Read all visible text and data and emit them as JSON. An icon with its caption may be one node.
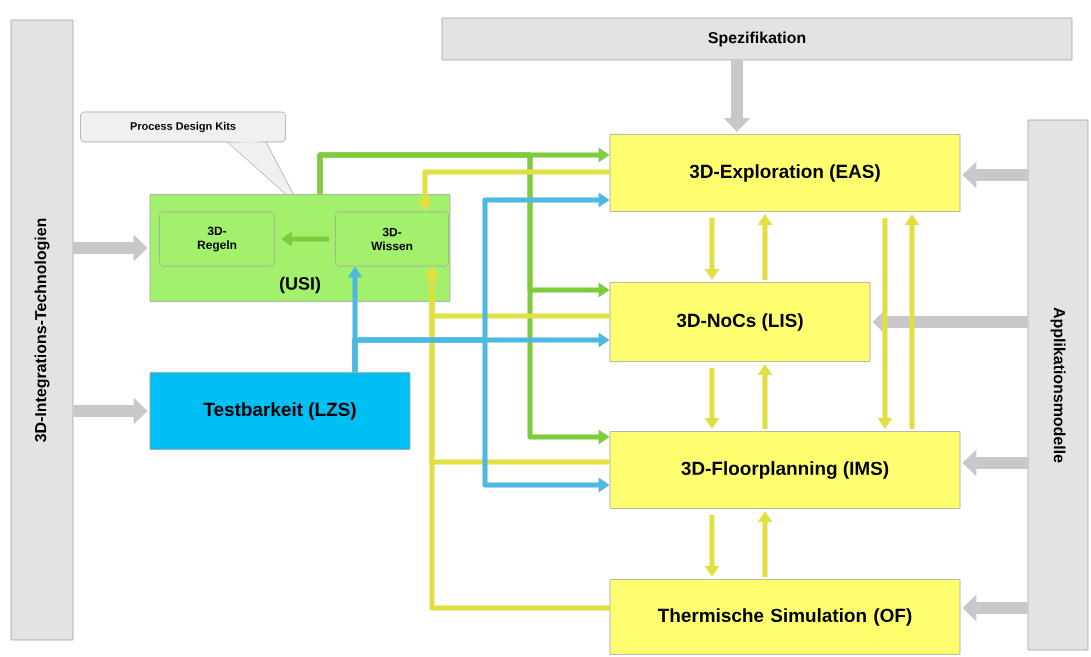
{
  "diagram": {
    "nodes": [
      {
        "text": [
          "Spezifikation"
        ]
      },
      {
        "text": [
          "3D-Integrations-Technologien"
        ]
      },
      {
        "text": [
          "Applikationsmodelle"
        ]
      },
      {
        "text": [
          "Process Design Kits"
        ]
      },
      {
        "text": [
          "(USI)"
        ]
      },
      {
        "text": [
          "3D-Regeln"
        ],
        "in": 4
      },
      {
        "text": [
          "3D-Wissen"
        ],
        "in": 4
      },
      {
        "text": [
          "Testbarkeit (LZS)"
        ]
      },
      {
        "text": [
          "3D-Exploration (EAS)"
        ]
      },
      {
        "text": [
          "3D-NoCs (LIS)"
        ]
      },
      {
        "text": [
          "3D-Floorplanning (IMS)"
        ]
      },
      {
        "text": [
          "Thermische Simulation (OF)"
        ]
      }
    ],
    "edges": [
      {
        "from": 0,
        "to": 8,
        "arrow": "to",
        "style": "thick",
        "color": "#c8c8c8"
      },
      {
        "from": 1,
        "to": 4,
        "arrow": "to",
        "style": "thick",
        "color": "#c8c8c8"
      },
      {
        "from": 1,
        "to": 7,
        "arrow": "to",
        "style": "thick",
        "color": "#c8c8c8"
      },
      {
        "from": 2,
        "to": 8,
        "arrow": "to",
        "style": "thick",
        "color": "#c8c8c8"
      },
      {
        "from": 2,
        "to": 9,
        "arrow": "to",
        "style": "thick",
        "color": "#c8c8c8"
      },
      {
        "from": 2,
        "to": 10,
        "arrow": "to",
        "style": "thick",
        "color": "#c8c8c8"
      },
      {
        "from": 2,
        "to": 11,
        "arrow": "to",
        "style": "thick",
        "color": "#c8c8c8"
      },
      {
        "from": 6,
        "to": 5,
        "arrow": "to",
        "color": "#7ccc3c"
      },
      {
        "from": 4,
        "to": 8,
        "arrow": "to",
        "color": "#7ccc3c"
      },
      {
        "from": 4,
        "to": 9,
        "arrow": "to",
        "color": "#7ccc3c"
      },
      {
        "from": 4,
        "to": 10,
        "arrow": "to",
        "color": "#7ccc3c"
      },
      {
        "from": 8,
        "to": 6,
        "arrow": "to"
      },
      {
        "from": 9,
        "to": 6,
        "arrow": "to"
      },
      {
        "from": 10,
        "to": 6,
        "arrow": "to"
      },
      {
        "from": 11,
        "to": 6,
        "arrow": "to"
      },
      {
        "from": 7,
        "to": 6,
        "arrow": "to",
        "color": "#4db8e0"
      },
      {
        "from": 7,
        "to": 8,
        "arrow": "to",
        "color": "#4db8e0"
      },
      {
        "from": 7,
        "to": 9,
        "arrow": "to",
        "color": "#4db8e0"
      },
      {
        "from": 7,
        "to": 10,
        "arrow": "to",
        "color": "#4db8e0"
      },
      {
        "from": 8,
        "to": 9,
        "arrow": "to"
      },
      {
        "from": 9,
        "to": 8,
        "arrow": "to"
      },
      {
        "from": 9,
        "to": 10,
        "arrow": "to"
      },
      {
        "from": 10,
        "to": 9,
        "arrow": "to"
      },
      {
        "from": 10,
        "to": 11,
        "arrow": "to"
      },
      {
        "from": 11,
        "to": 10,
        "arrow": "to"
      },
      {
        "from": 8,
        "to": 10,
        "arrow": "to"
      },
      {
        "from": 10,
        "to": 8,
        "arrow": "to"
      }
    ]
  }
}
